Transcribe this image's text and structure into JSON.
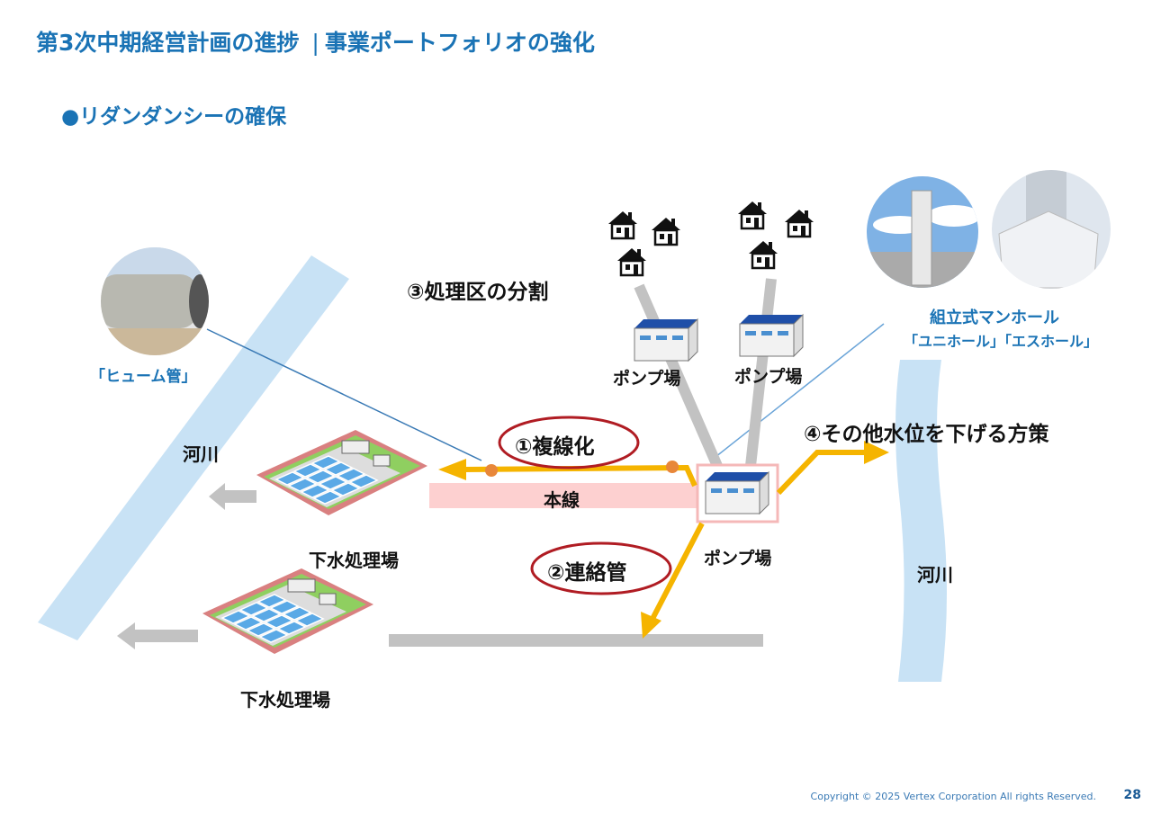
{
  "header": {
    "title_main": "第3次中期経営計画の進捗",
    "title_sub": "事業ポートフォリオの強化",
    "section": "●リダンダンシーの確保"
  },
  "diagram": {
    "label_division": "③処理区の分割",
    "label_double_line": "①複線化",
    "label_connection": "②連絡管",
    "label_other": "④その他水位を下げる方策",
    "label_main_line": "本線",
    "pump_station_1": "ポンプ場",
    "pump_station_2": "ポンプ場",
    "pump_station_3": "ポンプ場",
    "plant_upper": "下水処理場",
    "plant_lower": "下水処理場",
    "river_left": "河川",
    "river_right": "河川",
    "hume_pipe": "「ヒューム管」",
    "manhole_title": "組立式マンホール",
    "manhole_names": "「ユニホール」「エスホール」"
  },
  "colors": {
    "brand": "#1a73b5",
    "arrow": "#f5b400",
    "ellipse": "#b01c23",
    "river": "#c8e2f5",
    "main_line": "#fdd0d0"
  },
  "footer": {
    "copyright": "Copyright © 2025 Vertex Corporation All rights Reserved.",
    "page": "28"
  }
}
